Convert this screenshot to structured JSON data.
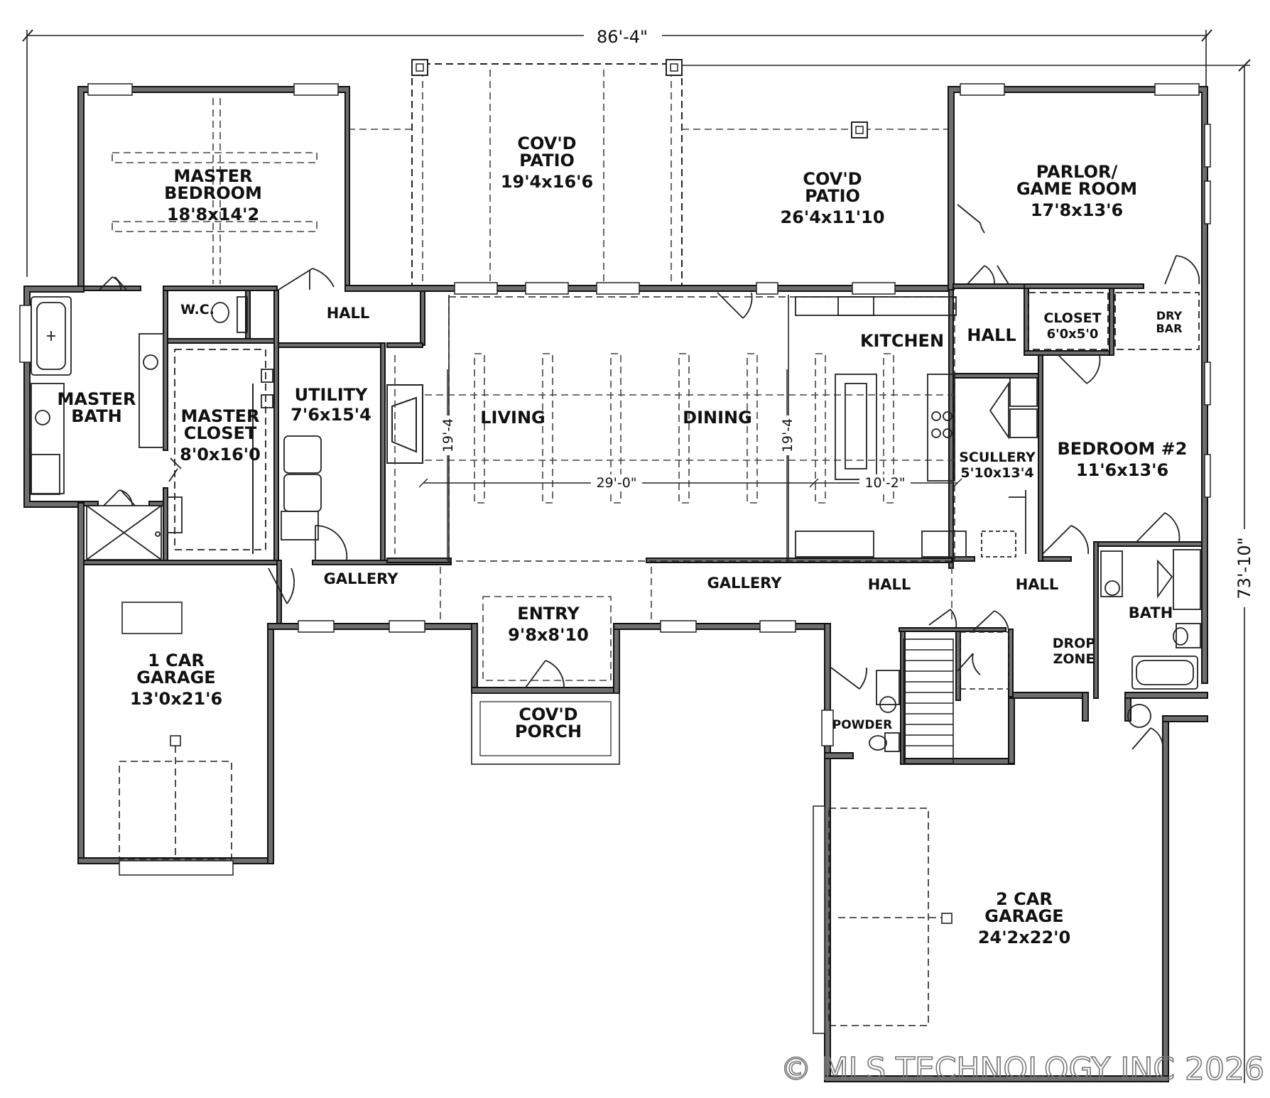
{
  "plan": {
    "overall_width": "86'-4\"",
    "overall_depth": "73'-10\"",
    "living_width_dim": "29'-0\"",
    "kitchen_width_dim": "10'-2\"",
    "ceiling_dim_left": "19'-4",
    "ceiling_dim_right": "19'-4"
  },
  "rooms": {
    "master_bedroom": {
      "name1": "MASTER",
      "name2": "BEDROOM",
      "size": "18'8x14'2"
    },
    "patio_center": {
      "name1": "COV'D",
      "name2": "PATIO",
      "size": "19'4x16'6"
    },
    "patio_right": {
      "name1": "COV'D",
      "name2": "PATIO",
      "size": "26'4x11'10"
    },
    "parlor": {
      "name1": "PARLOR/",
      "name2": "GAME ROOM",
      "size": "17'8x13'6"
    },
    "wc": {
      "name": "W.C."
    },
    "hall_master": {
      "name": "HALL"
    },
    "kitchen": {
      "name": "KITCHEN"
    },
    "hall_parlor": {
      "name": "HALL"
    },
    "closet": {
      "name": "CLOSET",
      "size": "6'0x5'0"
    },
    "dry_bar": {
      "name1": "DRY",
      "name2": "BAR"
    },
    "master_bath": {
      "name1": "MASTER",
      "name2": "BATH"
    },
    "master_closet": {
      "name1": "MASTER",
      "name2": "CLOSET",
      "size": "8'0x16'0"
    },
    "utility": {
      "name": "UTILITY",
      "size": "7'6x15'4"
    },
    "living": {
      "name": "LIVING"
    },
    "dining": {
      "name": "DINING"
    },
    "scullery": {
      "name": "SCULLERY",
      "size": "5'10x13'4"
    },
    "bedroom2": {
      "name": "BEDROOM #2",
      "size": "11'6x13'6"
    },
    "gallery_left": {
      "name": "GALLERY"
    },
    "gallery_right": {
      "name": "GALLERY"
    },
    "hall_center": {
      "name": "HALL"
    },
    "hall_right": {
      "name": "HALL"
    },
    "entry": {
      "name": "ENTRY",
      "size": "9'8x8'10"
    },
    "bath": {
      "name": "BATH"
    },
    "drop_zone": {
      "name1": "DROP",
      "name2": "ZONE"
    },
    "garage1": {
      "name1": "1 CAR",
      "name2": "GARAGE",
      "size": "13'0x21'6"
    },
    "porch": {
      "name1": "COV'D",
      "name2": "PORCH"
    },
    "powder": {
      "name": "POWDER"
    },
    "garage2": {
      "name1": "2 CAR",
      "name2": "GARAGE",
      "size": "24'2x22'0"
    }
  },
  "watermark": "© MLS TECHNOLOGY INC 2026"
}
